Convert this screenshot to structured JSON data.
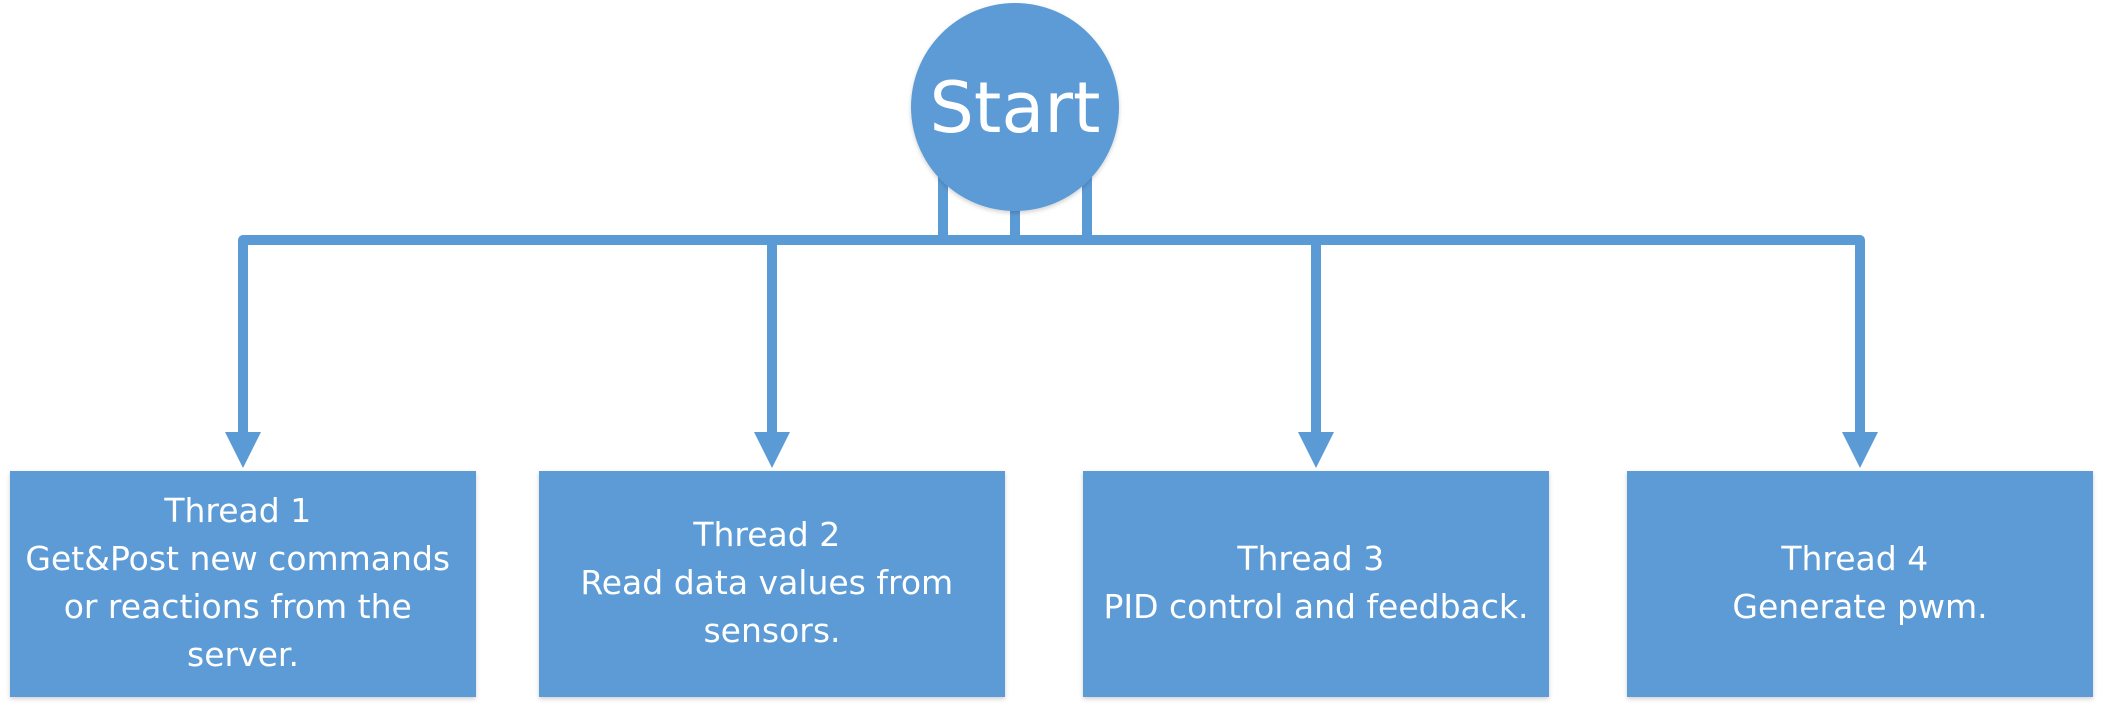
{
  "colors": {
    "fill": "#5b9bd5",
    "stroke": "#5b9bd5",
    "text": "#ffffff",
    "background": "#ffffff"
  },
  "start": {
    "label": "Start"
  },
  "threads": [
    {
      "lines": [
        "Thread 1",
        "Get&Post new commands",
        "or reactions from the",
        "server."
      ]
    },
    {
      "lines": [
        "Thread 2",
        "Read data values from",
        "sensors."
      ]
    },
    {
      "lines": [
        "Thread 3",
        "PID control and feedback."
      ]
    },
    {
      "lines": [
        "Thread 4",
        "Generate pwm."
      ]
    }
  ]
}
